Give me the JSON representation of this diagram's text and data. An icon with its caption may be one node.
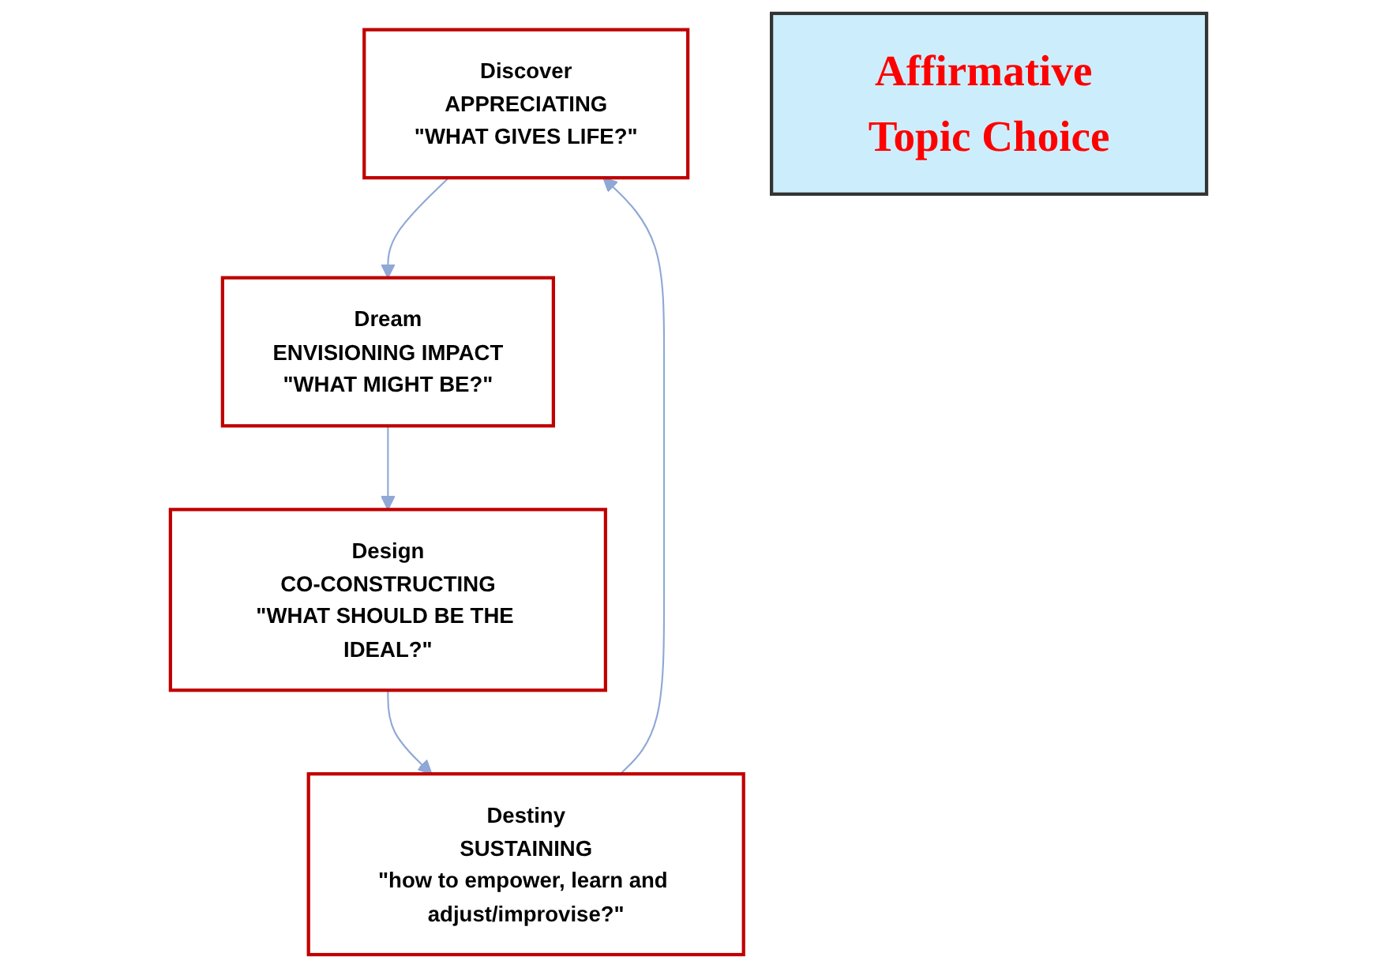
{
  "diagram": {
    "nodes": [
      {
        "text": [
          "Discover",
          "APPRECIATING",
          "\"WHAT GIVES LIFE?\""
        ]
      },
      {
        "text": [
          "Destiny",
          "SUSTAINING",
          "\"how to empower, learn and adjust/improvise?\""
        ]
      },
      {
        "text": [
          "Affirmative Topic Choice"
        ]
      },
      {
        "text": [
          "Dream",
          "ENVISIONING IMPACT",
          "\"WHAT MIGHT BE?\""
        ]
      },
      {
        "text": [
          "Design",
          "CO-CONSTRUCTING",
          "\"WHAT SHOULD BE THE IDEAL?\""
        ]
      }
    ],
    "edges": [
      {
        "from": 0,
        "to": 3,
        "arrow": "to"
      },
      {
        "from": 3,
        "to": 4,
        "arrow": "to"
      },
      {
        "from": 4,
        "to": 1,
        "arrow": "to"
      },
      {
        "from": 1,
        "to": 0,
        "arrow": "to"
      }
    ]
  }
}
